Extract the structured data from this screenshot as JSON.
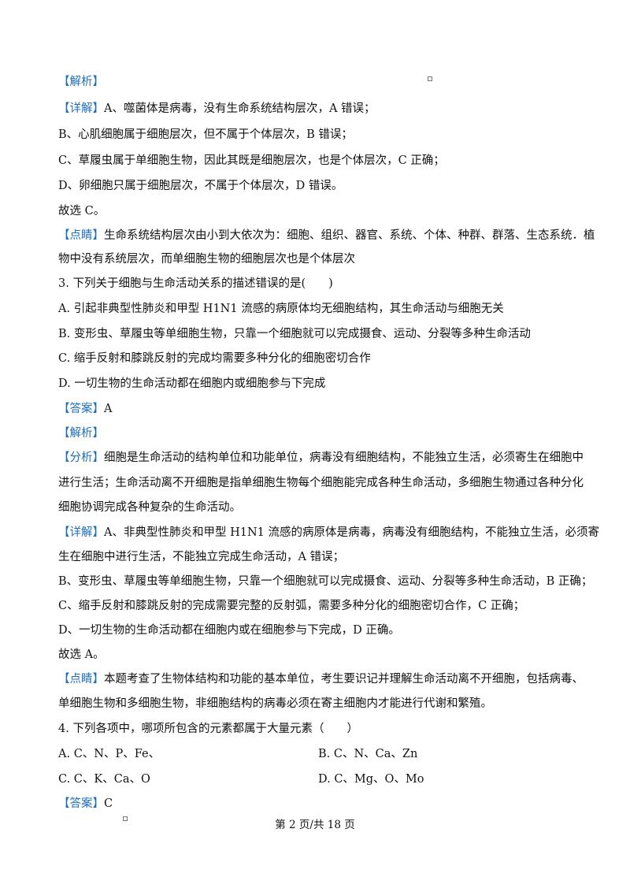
{
  "tags": {
    "jiexi": "【解析】",
    "xiangjie": "【详解】",
    "fenxi": "【分析】",
    "dianjing": "【点睛】",
    "daan": "【答案】"
  },
  "block1": {
    "xiangjie_text": "A、噬菌体是病毒，没有生命系统结构层次，A 错误；",
    "line_b": "B、心肌细胞属于细胞层次，但不属于个体层次，B 错误；",
    "line_c": "C、草履虫属于单细胞生物，因此其既是细胞层次，也是个体层次，C 正确；",
    "line_d": "D、卵细胞只属于细胞层次，不属于个体层次，D 错误。",
    "choice": "故选 C。",
    "dianjing_text1": "生命系统结构层次由小到大依次为：细胞、组织、器官、系统、个体、种群、群落、生态系统．植",
    "dianjing_text2": "物中没有系统层次，而单细胞生物的细胞层次也是个体层次"
  },
  "q3": {
    "stem": "3. 下列关于细胞与生命活动关系的描述错误的是(　　)",
    "opt_a": "A.  引起非典型性肺炎和甲型  H1N1 流感的病原体均无细胞结构，其生命活动与细胞无关",
    "opt_b": "B.  变形虫、草履虫等单细胞生物，只靠一个细胞就可以完成摄食、运动、分裂等多种生命活动",
    "opt_c": "C.  缩手反射和膝跳反射的完成均需要多种分化的细胞密切合作",
    "opt_d": "D.  一切生物的生命活动都在细胞内或细胞参与下完成",
    "answer": "A",
    "fenxi1": "细胞是生命活动的结构单位和功能单位，病毒没有细胞结构，不能独立生活，必须寄生在细胞中",
    "fenxi2": "进行生活；生命活动离不开细胞是指单细胞生物每个细胞能完成各种生命活动，多细胞生物通过各种分化",
    "fenxi3": "细胞协调完成各种复杂的生命活动。",
    "xiangjie1": "A、非典型性肺炎和甲型  H1N1 流感的病原体是病毒，病毒没有细胞结构，不能独立生活，必须寄",
    "xiangjie2": "生在细胞中进行生活，不能独立完成生命活动，A 错误；",
    "xiangjie3": "B、变形虫、草履虫等单细胞生物，只靠一个细胞就可以完成摄食、运动、分裂等多种生命活动，B 正确；",
    "xiangjie4": "C、缩手反射和膝跳反射的完成需要完整的反射弧，需要多种分化的细胞密切合作，C 正确；",
    "xiangjie5": "D、一切生物的生命活动都在细胞内或在细胞参与下完成，D 正确。",
    "choice": "故选 A。",
    "dianjing1": "本题考查了生物体结构和功能的基本单位，考生要识记并理解生命活动离不开细胞，包括病毒、",
    "dianjing2": "单细胞生物和多细胞生物，非细胞结构的病毒必须在寄主细胞内才能进行代谢和繁殖。"
  },
  "q4": {
    "stem": "4. 下列各项中，哪项所包含的元素都属于大量元素（　　）",
    "opt_a": "A. C、N、P、Fe、",
    "opt_b": "B.   C、N、Ca、Zn",
    "opt_c": "C. C、K、Ca、O",
    "opt_d": "D. C、Mg、O、Mo",
    "answer": "C"
  },
  "footer": "第 2 页/共 18 页"
}
